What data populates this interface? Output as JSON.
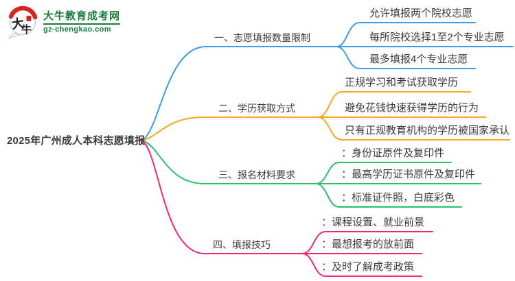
{
  "logo": {
    "mark_char_top": "大",
    "mark_char_bottom": "牛",
    "site_name": "大牛教育成考网",
    "site_url": "gz-chengkao.com",
    "brand_green": "#1b7d3d",
    "brand_red": "#d7261e"
  },
  "mindmap": {
    "root": "2025年广州成人本科志愿填报",
    "text_color": "#3b3b3b",
    "branches": [
      {
        "label": "一、志愿填报数量限制",
        "color": "#3D9BE9",
        "children": [
          "允许填报两个院校志愿",
          "每所院校选择1至2个专业志愿",
          "最多填报4个专业志愿"
        ]
      },
      {
        "label": "二、学历获取方式",
        "color": "#F5A623",
        "children": [
          "正规学习和考试获取学历",
          "避免花钱快速获得学历的行为",
          "只有正规教育机构的学历被国家承认"
        ]
      },
      {
        "label": "三、报名材料要求",
        "color": "#2CBE6C",
        "children": [
          "：身份证原件及复印件",
          "：最高学历证书原件及复印件",
          "：标准证件照，白底彩色"
        ]
      },
      {
        "label": "四、填报技巧",
        "color": "#EF2577",
        "children": [
          "：课程设置、就业前景",
          "：最想报考的放前面",
          "：及时了解成考政策"
        ]
      }
    ]
  }
}
